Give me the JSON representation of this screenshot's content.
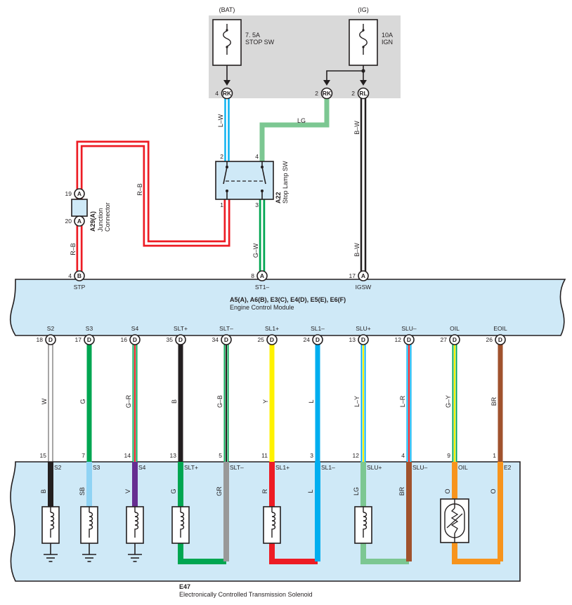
{
  "fuse_box": {
    "bat_label": "(BAT)",
    "ig_label": "(IG)",
    "fuse_stop_rating": "7. 5A",
    "fuse_stop_name": "STOP SW",
    "fuse_ign_rating": "10A",
    "fuse_ign_name": "IGN",
    "pin_stop": "4",
    "conn_stop": "RK",
    "pin_lamp": "2",
    "conn_lamp": "RK",
    "pin_ign": "2",
    "conn_ign": "RL"
  },
  "wires": {
    "stop_feed": "L–W",
    "lamp_feed": "LG",
    "ign_upper": "B–W",
    "ign_lower": "B–W",
    "stp_red": "R–B",
    "junction_red": "R–B",
    "st1": "G–W"
  },
  "stop_lamp_switch": {
    "id": "A22",
    "name": "Stop Lamp SW",
    "pin_in_1": "2",
    "pin_in_2": "4",
    "pin_out_1": "1",
    "pin_out_2": "3"
  },
  "junction": {
    "id": "A29(A)",
    "line1": "Junction",
    "line2": "Connector",
    "pin_top": "19",
    "pin_bottom": "20",
    "conn": "A"
  },
  "ecm": {
    "title": "A5(A), A6(B), E3(C), E4(D), E5(E), E6(F)",
    "name": "Engine Control Module",
    "top_terminals": [
      {
        "pin": "4",
        "conn": "B",
        "name": "STP"
      },
      {
        "pin": "8",
        "conn": "A",
        "name": "ST1–"
      },
      {
        "pin": "17",
        "conn": "A",
        "name": "IGSW"
      }
    ],
    "bottom_terminals": [
      {
        "pin": "18",
        "conn": "D",
        "name": "S2",
        "wire": "W",
        "sol_pin": "15",
        "sol_name": "S2",
        "sol_wire": "B",
        "color": "#ffffff",
        "stripe": "",
        "sol_color": "#231f20"
      },
      {
        "pin": "17",
        "conn": "D",
        "name": "S3",
        "wire": "G",
        "sol_pin": "7",
        "sol_name": "S3",
        "sol_wire": "SB",
        "color": "#00a651",
        "stripe": "",
        "sol_color": "#8fd3f4"
      },
      {
        "pin": "16",
        "conn": "D",
        "name": "S4",
        "wire": "G–R",
        "sol_pin": "14",
        "sol_name": "S4",
        "sol_wire": "V",
        "color": "#00a651",
        "stripe": "#ed1c24",
        "sol_color": "#662d91"
      },
      {
        "pin": "35",
        "conn": "D",
        "name": "SLT+",
        "wire": "B",
        "sol_pin": "13",
        "sol_name": "SLT+",
        "sol_wire": "G",
        "color": "#231f20",
        "stripe": "",
        "sol_color": "#00a651"
      },
      {
        "pin": "34",
        "conn": "D",
        "name": "SLT–",
        "wire": "G–B",
        "sol_pin": "5",
        "sol_name": "SLT–",
        "sol_wire": "GR",
        "color": "#00a651",
        "stripe": "#231f20",
        "sol_color": "#999999"
      },
      {
        "pin": "25",
        "conn": "D",
        "name": "SL1+",
        "wire": "Y",
        "sol_pin": "11",
        "sol_name": "SL1+",
        "sol_wire": "R",
        "color": "#fff200",
        "stripe": "",
        "sol_color": "#ed1c24"
      },
      {
        "pin": "24",
        "conn": "D",
        "name": "SL1–",
        "wire": "L",
        "sol_pin": "3",
        "sol_name": "SL1–",
        "sol_wire": "L",
        "color": "#00aeef",
        "stripe": "",
        "sol_color": "#00aeef"
      },
      {
        "pin": "13",
        "conn": "D",
        "name": "SLU+",
        "wire": "L–Y",
        "sol_pin": "12",
        "sol_name": "SLU+",
        "sol_wire": "LG",
        "color": "#00aeef",
        "stripe": "#fff200",
        "sol_color": "#7cc792"
      },
      {
        "pin": "12",
        "conn": "D",
        "name": "SLU–",
        "wire": "L–R",
        "sol_pin": "4",
        "sol_name": "SLU–",
        "sol_wire": "BR",
        "color": "#00aeef",
        "stripe": "#ed1c24",
        "sol_color": "#a0522d"
      },
      {
        "pin": "27",
        "conn": "D",
        "name": "OIL",
        "wire": "G–Y",
        "sol_pin": "9",
        "sol_name": "OIL",
        "sol_wire": "O",
        "color": "#00a651",
        "stripe": "#fff200",
        "sol_color": "#f7941d"
      },
      {
        "pin": "26",
        "conn": "D",
        "name": "EOIL",
        "wire": "BR",
        "sol_pin": "1",
        "sol_name": "E2",
        "sol_wire": "O",
        "color": "#a0522d",
        "stripe": "",
        "sol_color": "#f7941d"
      }
    ]
  },
  "solenoid": {
    "id": "E47",
    "name": "Electronically Controlled Transmission Solenoid"
  },
  "colors": {
    "module_fill": "#cfe9f7",
    "fuse_box_fill": "#d9d9d9",
    "stroke": "#231f20"
  }
}
